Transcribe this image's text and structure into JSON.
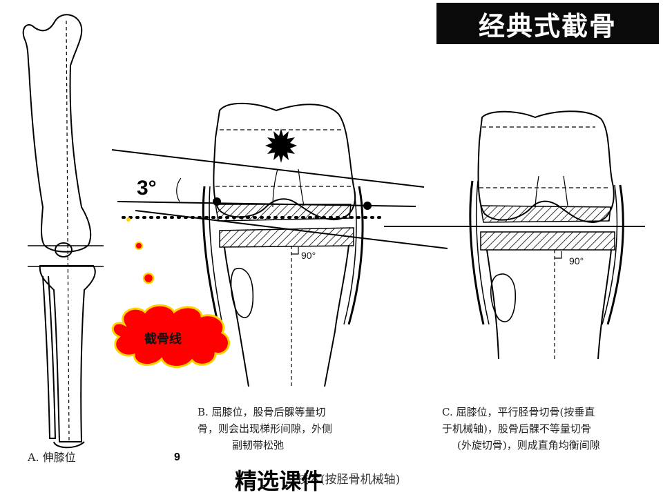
{
  "title": "经典式截骨",
  "angle_label": "3°",
  "cloud_label": "截骨线",
  "right_angle_b": "90°",
  "right_angle_c": "90°",
  "caption_a": "A. 伸膝位",
  "caption_b": [
    "B. 屈膝位，股骨后髁等量切",
    "骨，则会出现梯形间隙，外侧",
    "副韧带松弛"
  ],
  "caption_c": [
    "C. 屈膝位，平行胫骨切骨(按垂直",
    "于机械轴)，股骨后髁不等量切骨",
    "(外旋切骨)，则成直角均衡间隙"
  ],
  "page_number": "9",
  "bottom_partial": "技术(按胫骨机械轴)",
  "bottom_overlay": "精选课件",
  "colors": {
    "title_bg": "#0a0a0a",
    "cloud_fill": "#ff0000",
    "cloud_outline": "#ffd200",
    "dot_red": "#ff0000"
  }
}
